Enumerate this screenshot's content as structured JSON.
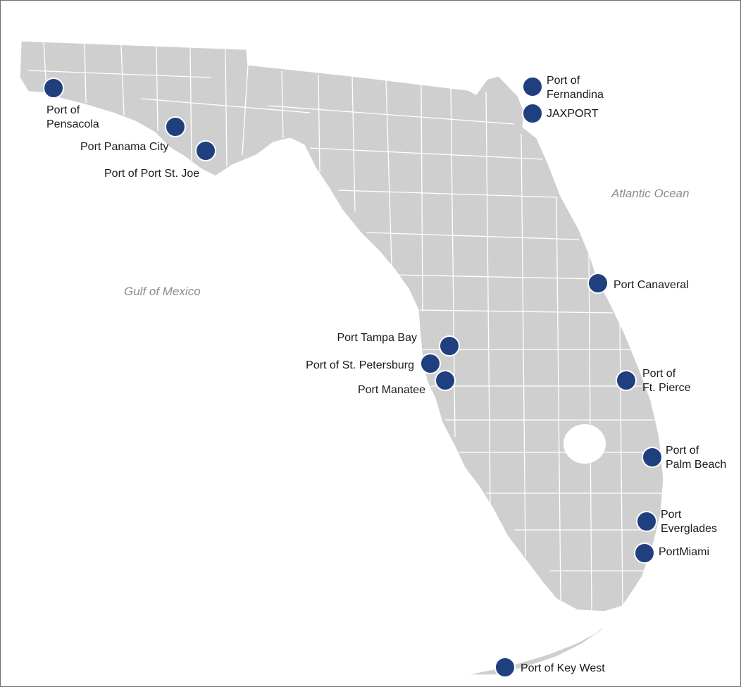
{
  "map": {
    "water_labels": {
      "gulf": "Gulf of Mexico",
      "atlantic": "Atlantic Ocean"
    },
    "ports": [
      {
        "id": "pensacola",
        "label": "Port of\nPensacola"
      },
      {
        "id": "panama-city",
        "label": "Port Panama City"
      },
      {
        "id": "port-st-joe",
        "label": "Port of Port St. Joe"
      },
      {
        "id": "fernandina",
        "label": "Port of\nFernandina"
      },
      {
        "id": "jaxport",
        "label": "JAXPORT"
      },
      {
        "id": "canaveral",
        "label": "Port Canaveral"
      },
      {
        "id": "tampa-bay",
        "label": "Port Tampa Bay"
      },
      {
        "id": "st-petersburg",
        "label": "Port of St. Petersburg"
      },
      {
        "id": "manatee",
        "label": "Port Manatee"
      },
      {
        "id": "ft-pierce",
        "label": "Port of\nFt. Pierce"
      },
      {
        "id": "palm-beach",
        "label": "Port of\nPalm Beach"
      },
      {
        "id": "everglades",
        "label": "Port\nEverglades"
      },
      {
        "id": "miami",
        "label": "PortMiami"
      },
      {
        "id": "key-west",
        "label": "Port of Key West"
      }
    ],
    "colors": {
      "land": "#cfcfcf",
      "port_marker": "#1f3f7f",
      "water_label": "#8c8c8c"
    }
  }
}
